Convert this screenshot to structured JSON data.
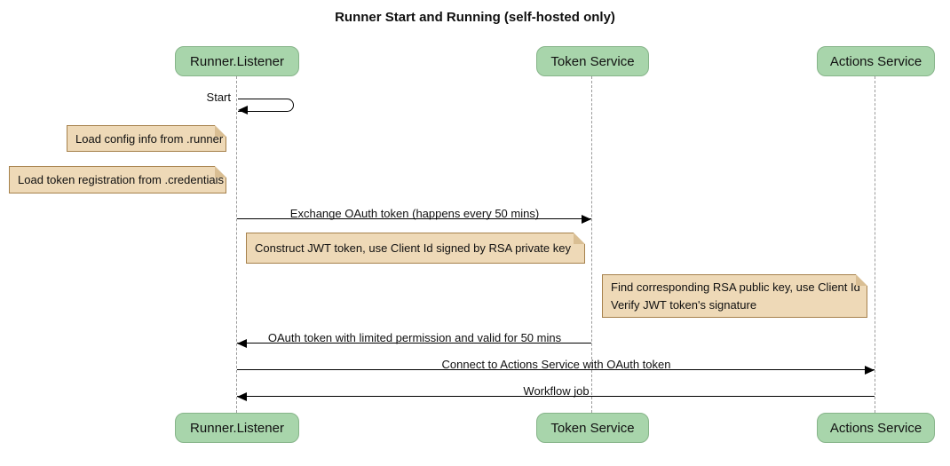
{
  "diagram": {
    "type": "sequence",
    "title": "Runner Start and Running (self-hosted only)"
  },
  "participants": [
    {
      "name": "Runner.Listener"
    },
    {
      "name": "Token Service"
    },
    {
      "name": "Actions Service"
    }
  ],
  "messages": [
    {
      "label": "Start",
      "from": "Runner.Listener",
      "to": "Runner.Listener",
      "kind": "self"
    },
    {
      "label": "Exchange OAuth token (happens every 50 mins)",
      "from": "Runner.Listener",
      "to": "Token Service",
      "kind": "solid-arrow"
    },
    {
      "label": "OAuth token with limited permission and valid for 50 mins",
      "from": "Token Service",
      "to": "Runner.Listener",
      "kind": "solid-arrow"
    },
    {
      "label": "Connect to Actions Service with OAuth token",
      "from": "Runner.Listener",
      "to": "Actions Service",
      "kind": "solid-arrow"
    },
    {
      "label": "Workflow job",
      "from": "Actions Service",
      "to": "Runner.Listener",
      "kind": "solid-arrow"
    }
  ],
  "notes": [
    {
      "lines": [
        "Load config info from .runner"
      ],
      "near": "Runner.Listener"
    },
    {
      "lines": [
        "Load token registration from .credentials"
      ],
      "near": "Runner.Listener"
    },
    {
      "lines": [
        "Construct JWT token, use Client Id signed by RSA private key"
      ],
      "near": "Token Service"
    },
    {
      "lines": [
        "Find corresponding RSA public key, use Client Id",
        "Verify JWT token's signature"
      ],
      "near": "Actions Service"
    }
  ],
  "colors": {
    "participant_fill": "#a8d5ab",
    "participant_border": "#86b489",
    "note_fill": "#eed9b7",
    "note_border": "#a6814c",
    "lifeline": "#9a9a9a",
    "arrow": "#000000",
    "background": "#ffffff"
  }
}
